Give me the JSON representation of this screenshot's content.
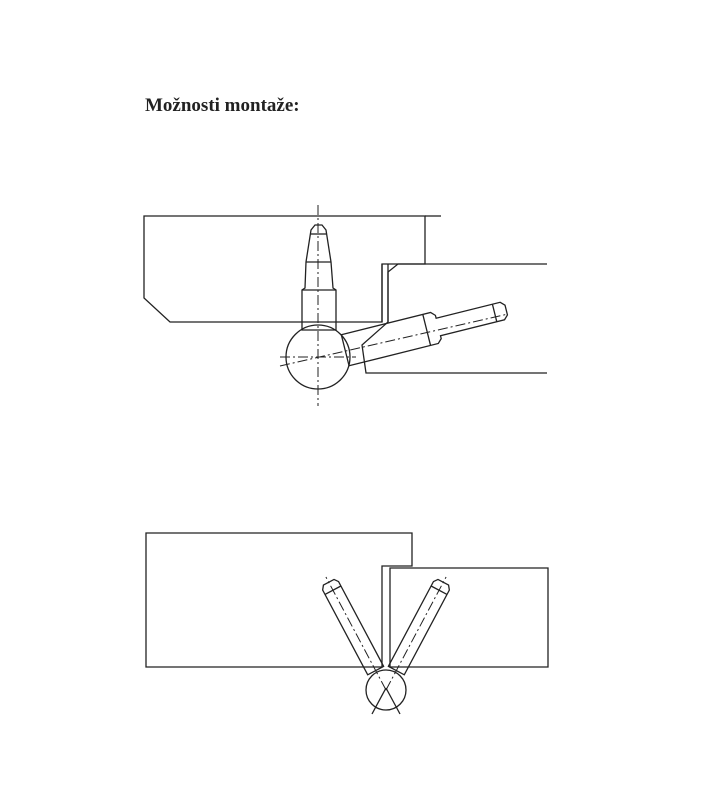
{
  "document": {
    "heading": "Možnosti montaže:",
    "figures": [
      {
        "name": "mounting-option-1"
      },
      {
        "name": "mounting-option-2"
      }
    ]
  }
}
